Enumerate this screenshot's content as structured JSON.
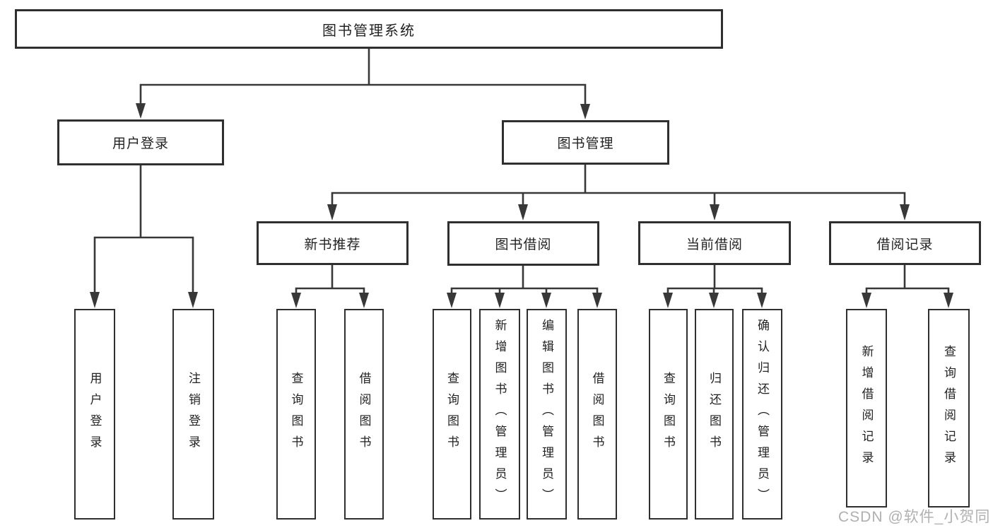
{
  "watermark": "CSDN @软件_小贺同学",
  "colors": {
    "line": "#383838",
    "box_border": "#2f2f2f",
    "text": "#222222",
    "watermark_text": "#a8a8a8",
    "background": "#ffffff"
  },
  "tree": {
    "root": "图书管理系统",
    "level2": [
      {
        "label": "用户登录",
        "children": [
          "用户登录",
          "注销登录"
        ]
      },
      {
        "label": "图书管理",
        "groups": [
          {
            "label": "新书推荐",
            "children": [
              "查询图书",
              "借阅图书"
            ]
          },
          {
            "label": "图书借阅",
            "children": [
              "查询图书",
              "新增图书（管理员）",
              "编辑图书（管理员）",
              "借阅图书"
            ]
          },
          {
            "label": "当前借阅",
            "children": [
              "查询图书",
              "归还图书",
              "确认归还（管理员）"
            ]
          },
          {
            "label": "借阅记录",
            "children": [
              "新增借阅记录",
              "查询借阅记录"
            ]
          }
        ]
      }
    ]
  }
}
